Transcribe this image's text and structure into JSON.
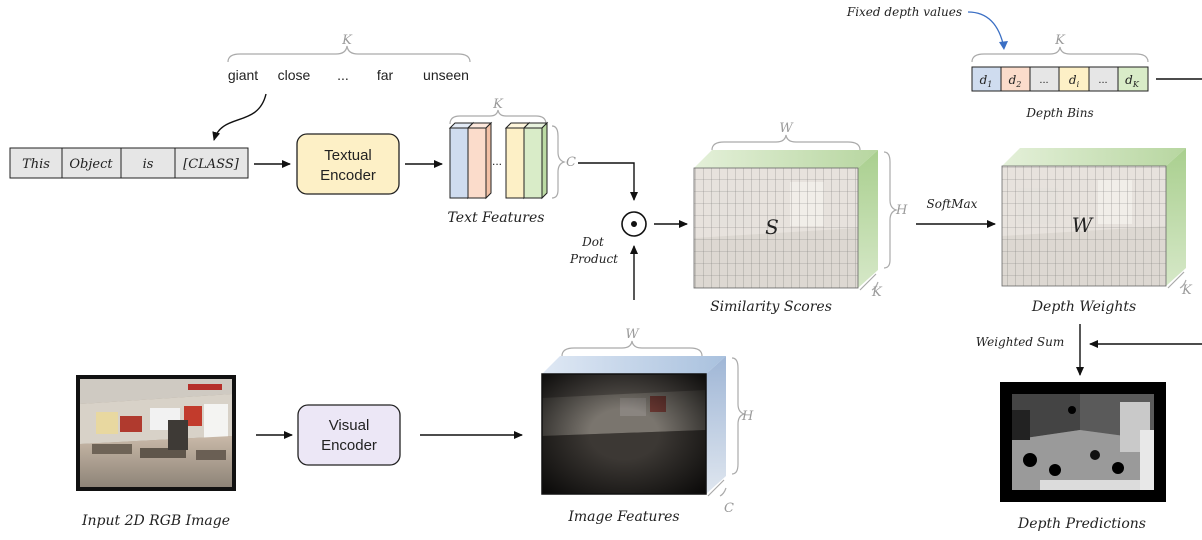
{
  "class_words": {
    "giant": "giant",
    "close": "close",
    "dots": "...",
    "far": "far",
    "unseen": "unseen",
    "colors": {
      "giant": "#3b78c4",
      "close": "#e8733a",
      "far": "#e8b400",
      "unseen": "#5aa83c"
    }
  },
  "k_label": "K",
  "c_label": "C",
  "w_label": "W",
  "h_label": "H",
  "prompt": {
    "t1": "This",
    "t2": "Object",
    "t3": "is",
    "t4": "[CLASS]"
  },
  "textual_encoder": {
    "line1": "Textual",
    "line2": "Encoder"
  },
  "visual_encoder": {
    "line1": "Visual",
    "line2": "Encoder"
  },
  "text_features": {
    "label": "Text Features",
    "dots": "..."
  },
  "dot_product": {
    "symbol": "⊙",
    "line1": "Dot",
    "line2": "Product"
  },
  "similarity": {
    "symbol": "S",
    "label": "Similarity Scores"
  },
  "softmax": "SoftMax",
  "depth_weights": {
    "symbol": "W",
    "label": "Depth Weights"
  },
  "fixed_depth": "Fixed depth values",
  "depth_bins": {
    "label": "Depth Bins",
    "cells": [
      "d1",
      "d2",
      "...",
      "di",
      "...",
      "dK"
    ],
    "base": [
      "d",
      "d",
      "...",
      "d",
      "...",
      "d"
    ],
    "sub": [
      "1",
      "2",
      "",
      "i",
      "",
      "K"
    ]
  },
  "weighted_sum": "Weighted Sum",
  "depth_predictions": "Depth Predictions",
  "input_image": "Input 2D RGB Image",
  "image_features": "Image Features"
}
